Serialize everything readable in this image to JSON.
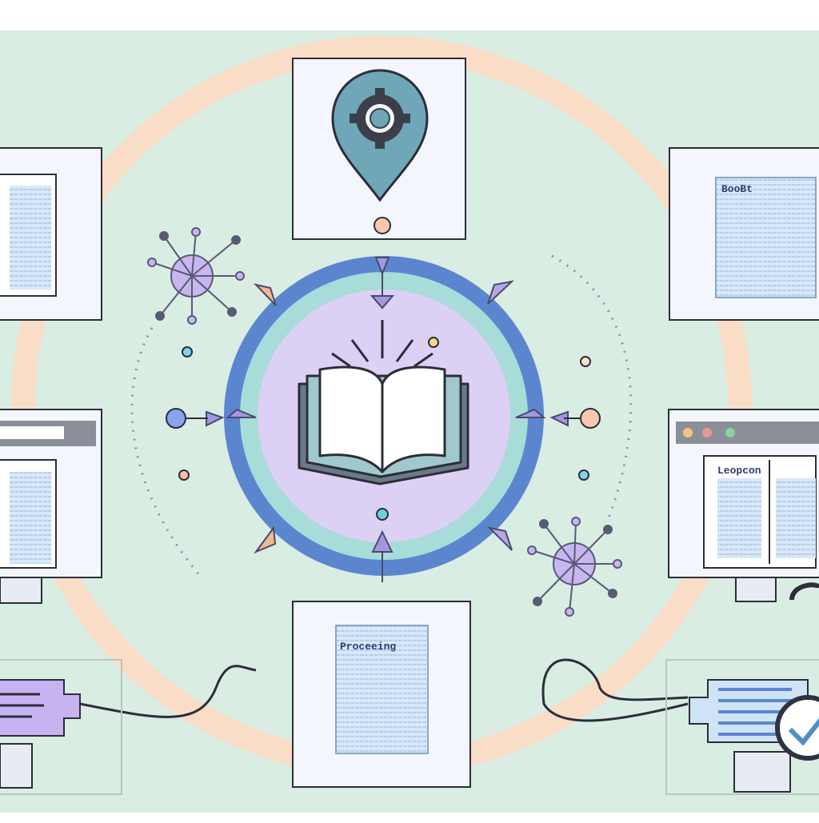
{
  "colors": {
    "background": "#d9ede3",
    "ring": "#f9ddc6",
    "hub_outer": "#5b86cf",
    "hub_middle": "#a8dcd9",
    "hub_inner": "#ddd0f5",
    "panel": "#f3f7fd",
    "doc_fill": "#d7e8fb",
    "pin": "#6fa6b8",
    "accent_orange": "#f0b896",
    "accent_purple": "#b7a5e6"
  },
  "hub": {
    "icon": "open-book-icon"
  },
  "top_card": {
    "icon": "location-pin-gear-icon"
  },
  "top_right_card": {
    "heading": "BooBt",
    "icon": "document-icon"
  },
  "mid_right_card": {
    "heading": "Leopcon",
    "icon": "browser-window-icon"
  },
  "bottom_card": {
    "heading": "Proceeing",
    "icon": "document-icon"
  },
  "bottom_right_device": {
    "icon": "magnifier-check-icon"
  },
  "left_cards": [
    {
      "icon": "document-icon"
    },
    {
      "icon": "browser-window-icon"
    }
  ],
  "bottom_left_device": {
    "icon": "message-screen-icon"
  },
  "network_icons": [
    "neural-network-icon",
    "neural-network-icon"
  ]
}
